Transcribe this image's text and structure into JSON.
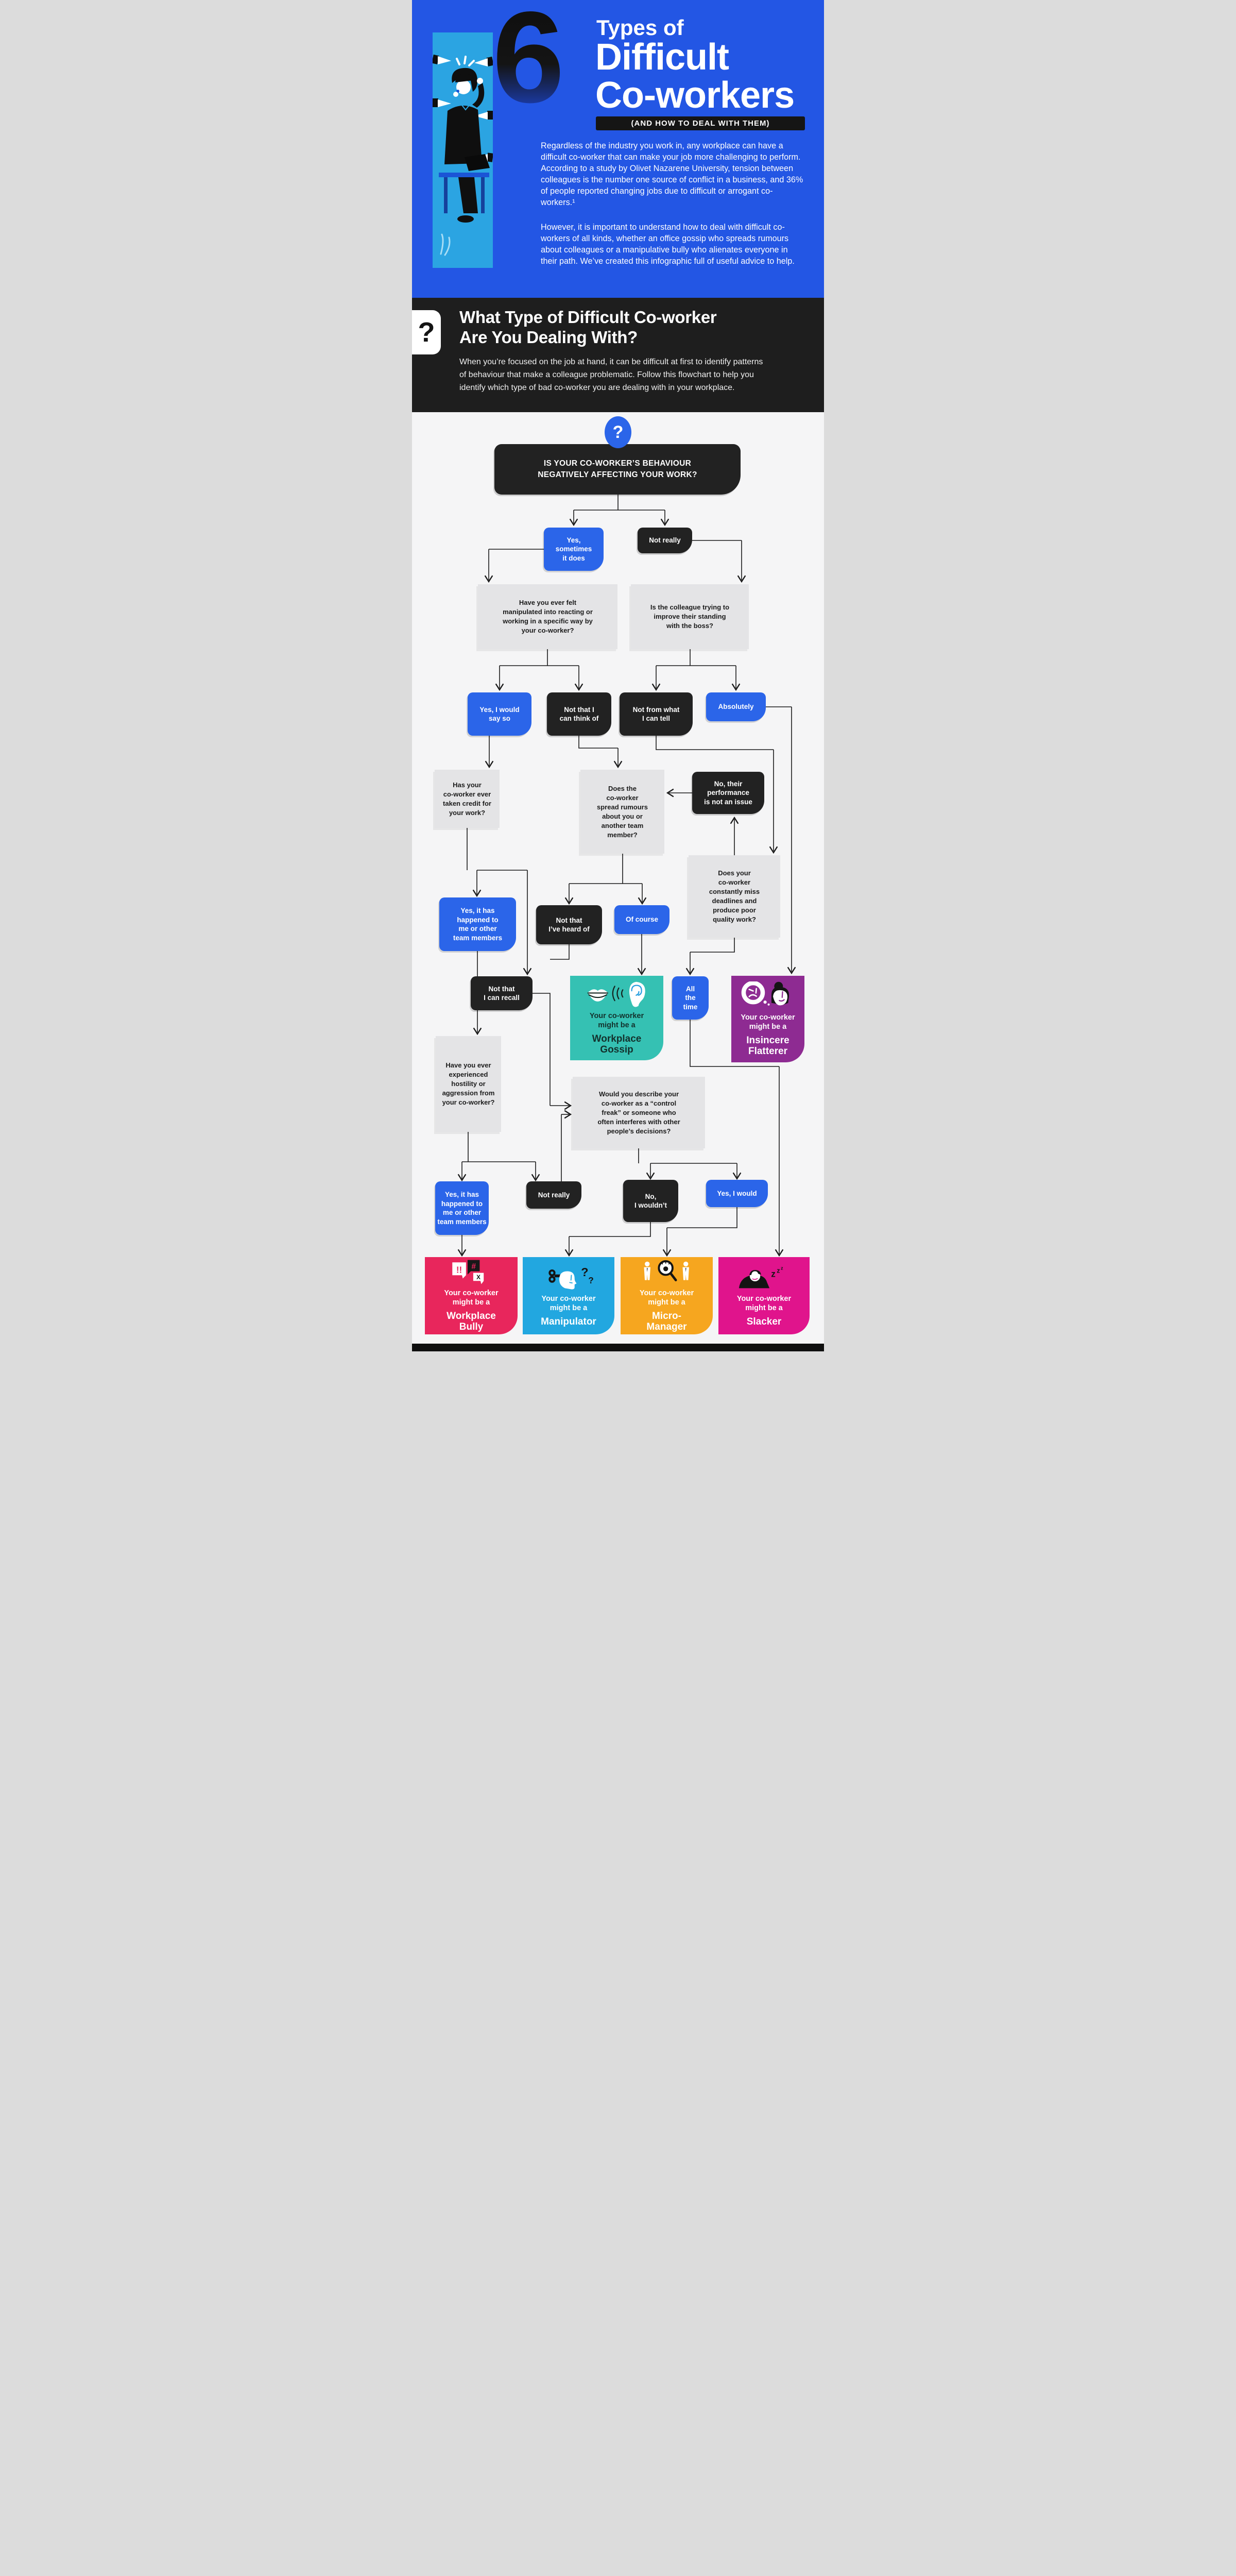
{
  "colors": {
    "header_bg": "#2356e4",
    "intro_bg": "#1e1e1e",
    "answer_blue": "#2b65e9",
    "node_black": "#222222",
    "question_gray": "#e4e4e6",
    "teal": "#35c1b3",
    "purple": "#8e2b92",
    "red": "#e8265c",
    "cyan": "#22a7e0",
    "yellow": "#f6a61f",
    "magenta": "#e0148c"
  },
  "header": {
    "number": "6",
    "kicker": "Types of",
    "title": "Difficult\nCo-workers",
    "tagline": "(AND HOW TO DEAL WITH THEM)",
    "paragraph1": "Regardless of the industry you work in, any workplace can have a difficult co-worker that can make your job more challenging to perform. According to a study by Olivet Nazarene University, tension between colleagues is the number one source of conflict in a business, and 36% of people reported changing jobs due to difficult or arrogant co-workers.¹",
    "paragraph2": "However, it is important to understand how to deal with difficult co-workers of all kinds, whether an office gossip who spreads rumours about colleagues or a manipulative bully who alienates everyone in their path. We’ve created this infographic full of useful advice to help."
  },
  "intro": {
    "badge": "?",
    "heading": "What Type of Difficult Co-worker\nAre You Dealing With?",
    "body": "When you’re focused on the job at hand, it can be difficult at first to identify patterns\nof behaviour that make a colleague problematic. Follow this flowchart to help you\nidentify which type of bad co-worker you are dealing with in your workplace."
  },
  "flowchart": {
    "start_badge": "?",
    "nodes": {
      "start": "IS YOUR CO-WORKER’S BEHAVIOUR\nNEGATIVELY AFFECTING YOUR WORK?",
      "yes_sometimes": "Yes,\nsometimes\nit does",
      "not_really": "Not really",
      "q_manipulated": "Have you ever felt\nmanipulated into reacting or\nworking in a specific way by\nyour co-worker?",
      "q_standing": "Is the colleague trying to\nimprove their standing\nwith the boss?",
      "yes_would_say": "Yes, I would\nsay so",
      "not_think_of": "Not that I\ncan think of",
      "not_from_what": "Not from what\nI can tell",
      "absolutely": "Absolutely",
      "q_credit": "Has your\nco-worker ever\ntaken credit for\nyour work?",
      "q_rumours": "Does the\nco-worker\nspread rumours\nabout you or\nanother team\nmember?",
      "no_performance": "No, their\nperformance\nis not an issue",
      "q_deadlines": "Does your\nco-worker\nconstantly miss\ndeadlines and\nproduce poor\nquality work?",
      "yes_happened1": "Yes, it has\nhappened to\nme or other\nteam members",
      "not_recall": "Not that\nI can recall",
      "not_heard": "Not that\nI’ve heard of",
      "of_course": "Of course",
      "all_time": "All\nthe\ntime",
      "q_hostility": "Have you ever\nexperienced\nhostility or\naggression from\nyour co-worker?",
      "q_control": "Would you describe your\nco-worker as a “control\nfreak” or someone who\noften interferes with other\npeople’s decisions?",
      "yes_happened2": "Yes, it has\nhappened to\nme or other\nteam members",
      "not_really2": "Not really",
      "no_wouldnt": "No,\nI wouldn’t",
      "yes_would": "Yes, I would"
    },
    "results": {
      "gossip": {
        "prefix": "Your co-worker\nmight be a",
        "name": "Workplace\nGossip"
      },
      "flatterer": {
        "prefix": "Your co-worker\nmight be a",
        "name": "Insincere\nFlatterer"
      },
      "bully": {
        "prefix": "Your co-worker\nmight be a",
        "name": "Workplace\nBully"
      },
      "manipulator": {
        "prefix": "Your co-worker\nmight be a",
        "name": "Manipulator"
      },
      "micro": {
        "prefix": "Your co-worker\nmight be a",
        "name": "Micro-\nManager"
      },
      "slacker": {
        "prefix": "Your co-worker\nmight be a",
        "name": "Slacker"
      }
    }
  }
}
